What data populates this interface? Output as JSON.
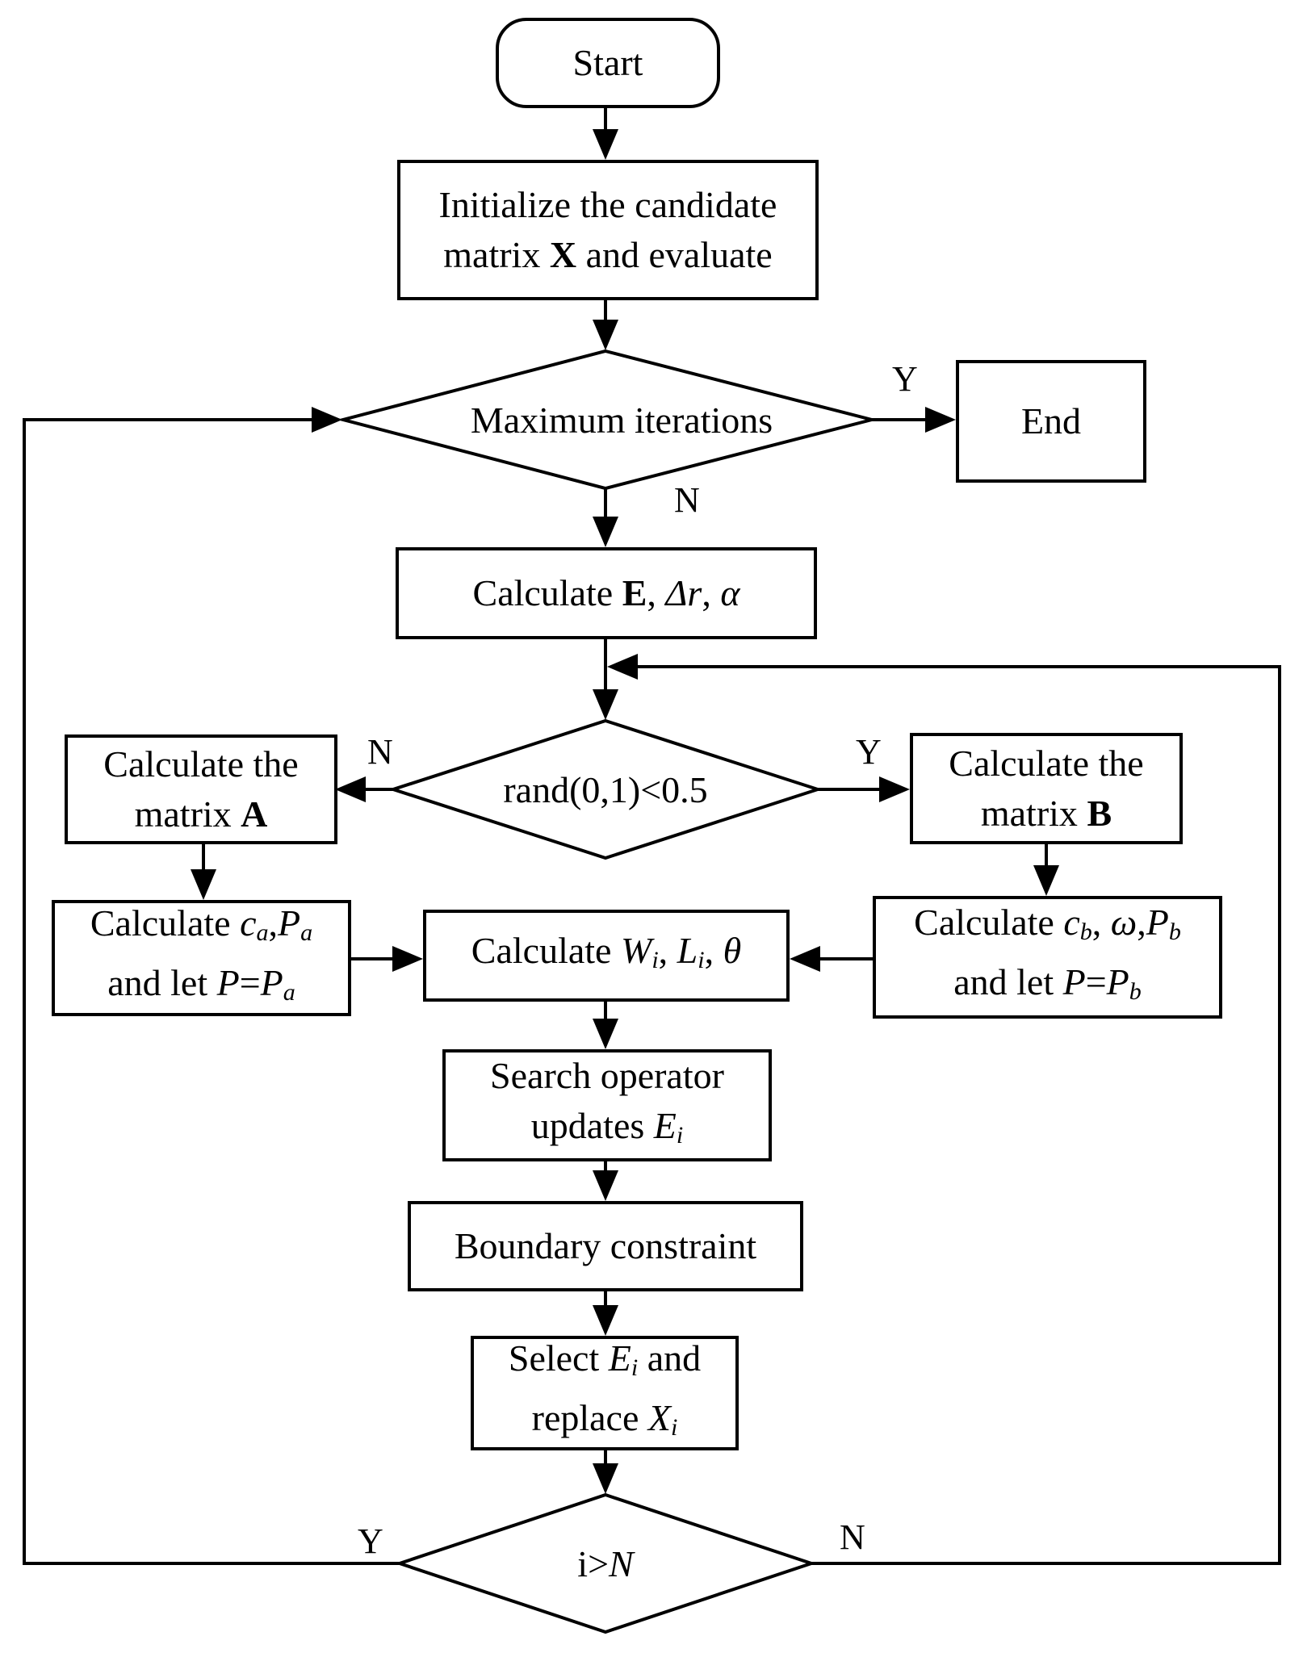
{
  "nodes": {
    "start": "Start",
    "init": {
      "line1": "Initialize the candidate",
      "line2_a": "matrix ",
      "line2_bold": "X",
      "line2_b": " and evaluate"
    },
    "max_iter": "Maximum iterations",
    "end": "End",
    "calc_e": {
      "prefix": "Calculate ",
      "bold": "E",
      "sep": ", ",
      "delta": "Δ",
      "r": "r",
      "comma": ", ",
      "alpha": "α"
    },
    "rand": "rand(0,1)<0.5",
    "matrix_a": {
      "line1": "Calculate the",
      "line2_a": "matrix ",
      "line2_bold": "A"
    },
    "matrix_b": {
      "line1": "Calculate the",
      "line2_a": "matrix ",
      "line2_bold": "B"
    },
    "calc_ca": {
      "prefix": "Calculate ",
      "c": "c",
      "c_sub": "a",
      "comma": ",",
      "p": "P",
      "p_sub": "a",
      "line2_a": "and let ",
      "line2_p": "P",
      "line2_eq": "=",
      "line2_p2": "P",
      "line2_sub": "a"
    },
    "calc_wl": {
      "prefix": "Calculate ",
      "w": "W",
      "w_sub": "i",
      "sep1": ", ",
      "l": "L",
      "l_sub": "i",
      "sep2": ", ",
      "theta": "θ"
    },
    "calc_cb": {
      "prefix": "Calculate ",
      "c": "c",
      "c_sub": "b",
      "sep": ", ",
      "omega": "ω",
      "comma": ",",
      "p": "P",
      "p_sub": "b",
      "line2_a": "and let ",
      "line2_p": "P",
      "line2_eq": "=",
      "line2_p2": "P",
      "line2_sub": "b"
    },
    "search": {
      "line1": "Search operator",
      "line2_a": "updates ",
      "e": "E",
      "e_sub": "i"
    },
    "boundary": "Boundary constraint",
    "select": {
      "a": "Select ",
      "e": "E",
      "e_sub": "i",
      "b": " and",
      "line2_a": "replace ",
      "x": "X",
      "x_sub": "i"
    },
    "check_i": {
      "i": "i",
      "gt": ">",
      "n": "N"
    }
  },
  "labels": {
    "max_yes": "Y",
    "max_no": "N",
    "rand_no": "N",
    "rand_yes": "Y",
    "check_yes": "Y",
    "check_no": "N"
  }
}
